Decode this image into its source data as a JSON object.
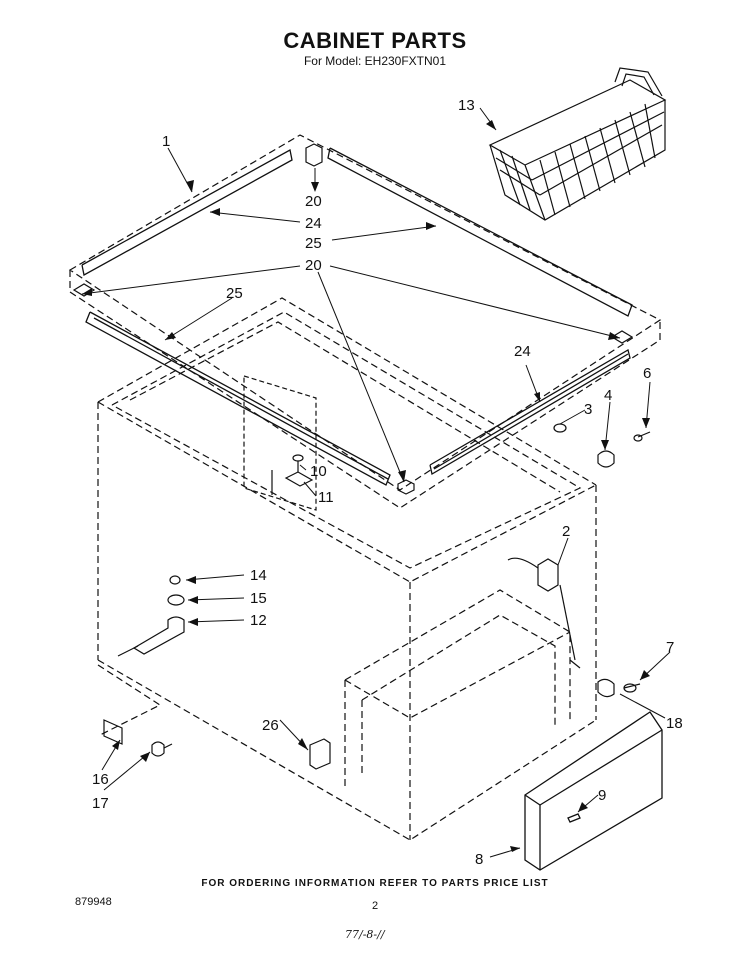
{
  "header": {
    "title": "CABINET PARTS",
    "model_line": "For Model: EH230FXTN01"
  },
  "footer": {
    "ordering_note": "FOR ORDERING INFORMATION REFER TO PARTS PRICE LIST",
    "document_number": "879948",
    "page_number": "2",
    "handwritten_note": "77/-8-//"
  },
  "callouts": [
    {
      "id": "c1",
      "label": "1"
    },
    {
      "id": "c13",
      "label": "13"
    },
    {
      "id": "c20a",
      "label": "20"
    },
    {
      "id": "c24a",
      "label": "24"
    },
    {
      "id": "c25a",
      "label": "25"
    },
    {
      "id": "c20b",
      "label": "20"
    },
    {
      "id": "c25b",
      "label": "25"
    },
    {
      "id": "c24b",
      "label": "24"
    },
    {
      "id": "c6",
      "label": "6"
    },
    {
      "id": "c4",
      "label": "4"
    },
    {
      "id": "c3",
      "label": "3"
    },
    {
      "id": "c10",
      "label": "10"
    },
    {
      "id": "c11",
      "label": "11"
    },
    {
      "id": "c2",
      "label": "2"
    },
    {
      "id": "c14",
      "label": "14"
    },
    {
      "id": "c15",
      "label": "15"
    },
    {
      "id": "c12",
      "label": "12"
    },
    {
      "id": "c7",
      "label": "7"
    },
    {
      "id": "c18",
      "label": "18"
    },
    {
      "id": "c26",
      "label": "26"
    },
    {
      "id": "c9",
      "label": "9"
    },
    {
      "id": "c16",
      "label": "16"
    },
    {
      "id": "c17",
      "label": "17"
    },
    {
      "id": "c8",
      "label": "8"
    }
  ]
}
